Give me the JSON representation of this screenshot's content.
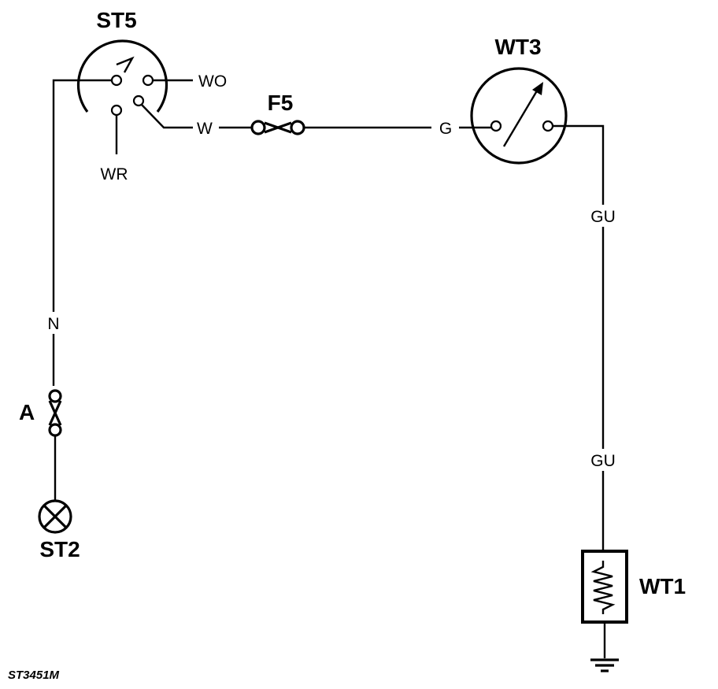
{
  "components": {
    "st5": "ST5",
    "f5": "F5",
    "wt3": "WT3",
    "a": "A",
    "st2": "ST2",
    "wt1": "WT1"
  },
  "wires": {
    "wo": "WO",
    "w": "W",
    "wr": "WR",
    "n": "N",
    "g": "G",
    "gu_top": "GU",
    "gu_bottom": "GU"
  },
  "figure_code": "ST3451M",
  "icons": {
    "st5": "ignition-switch-icon",
    "f5": "fuse-icon",
    "wt3": "temperature-gauge-icon",
    "a": "connector-icon",
    "st2": "lamp-icon",
    "wt1": "temperature-sender-icon",
    "ground": "ground-icon"
  }
}
